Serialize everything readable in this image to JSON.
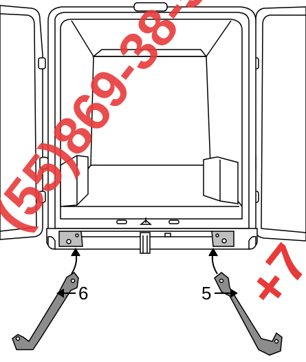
{
  "callouts": {
    "left_bracket": "6",
    "right_bracket": "5"
  },
  "watermark": {
    "text": "(55)869-38-5",
    "trailing_text": "+7",
    "color": "#e83a3a"
  },
  "colors": {
    "line": "#000000",
    "bracket_fill": "#8c8c8c",
    "panel_fill": "#ffffff"
  }
}
